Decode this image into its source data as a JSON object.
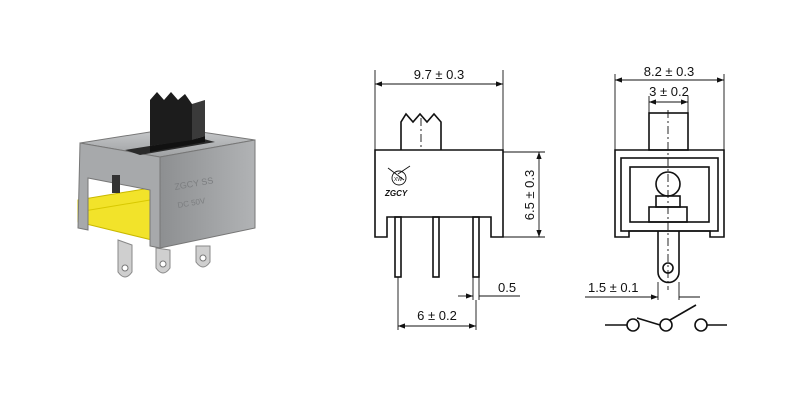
{
  "product": {
    "name_icon": "slide-switch-photo",
    "colors": {
      "body": "#9a9c9e",
      "base": "#f2e32a",
      "actuator": "#1c1c1c",
      "terminals": "#c8c8c8"
    }
  },
  "front_view": {
    "width_dim": "9.7 ± 0.3",
    "height_dim": "6.5 ± 0.3",
    "pin_width_dim": "0.5",
    "pin_pitch_dim": "6 ± 0.2",
    "logo_text": "ZGCY"
  },
  "side_view": {
    "width_dim": "8.2 ± 0.3",
    "actuator_dim": "3 ± 0.2",
    "pin_dim": "1.5 ± 0.1"
  },
  "schematic": {
    "symbol": "spdt-switch-symbol"
  }
}
